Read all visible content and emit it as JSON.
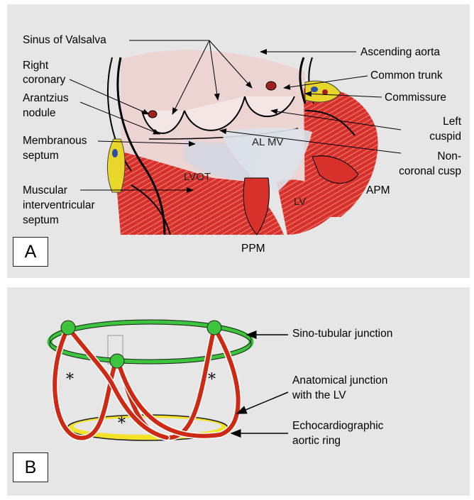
{
  "panel_a": {
    "letter": "A",
    "labels": {
      "sinus_of_valsalva": "Sinus of Valsalva",
      "right_coronary_1": "Right",
      "right_coronary_2": "coronary",
      "arantzius_1": "Arantzius",
      "arantzius_2": "nodule",
      "membranous_1": "Membranous",
      "membranous_2": "septum",
      "muscular_1": "Muscular",
      "muscular_2": "interventricular",
      "muscular_3": "septum",
      "ascending_aorta": "Ascending aorta",
      "common_trunk": "Common trunk",
      "commissure": "Commissure",
      "left_cuspid_1": "Left",
      "left_cuspid_2": "cuspid",
      "non_coronal_1": "Non-",
      "non_coronal_2": "coronal cusp",
      "apm": "APM",
      "ppm": "PPM",
      "lvot": "LVOT",
      "al_mv": "AL MV",
      "lv": "LV"
    }
  },
  "panel_b": {
    "letter": "B",
    "labels": {
      "sino_tubular": "Sino-tubular junction",
      "anatomical_1": "Anatomical junction",
      "anatomical_2": "with the LV",
      "echo_1": "Echocardiographic",
      "echo_2": "aortic ring"
    },
    "asterisk": "*"
  },
  "colors": {
    "panel_bg": "#e6e6e6",
    "myocardium": "#d8302a",
    "aortic_wall": "#ecd4d2",
    "fat": "#e8d62a",
    "vessel_blue": "#2a4fb0",
    "stj_ring": "#3cc43c",
    "leaflet_red": "#cc2a14",
    "echo_ring": "#f2e22a"
  }
}
